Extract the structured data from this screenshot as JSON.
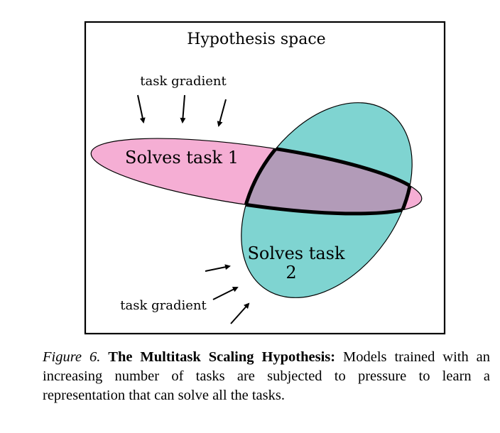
{
  "diagram": {
    "title": "Hypothesis space",
    "ellipse1_label": "Solves task 1",
    "ellipse2_label_line1": "Solves task",
    "ellipse2_label_line2": "2",
    "gradient_label_top": "task gradient",
    "gradient_label_bottom": "task gradient",
    "colors": {
      "task1_fill": "#f5aed4",
      "task2_fill": "#7fd4d1",
      "intersection_fill": "#b29bb8",
      "outline": "#000000"
    }
  },
  "caption": {
    "label": "Figure 6.",
    "title": "The Multitask Scaling Hypothesis:",
    "text": "Models trained with an increasing number of tasks are subjected to pressure to learn a representation that can solve all the tasks."
  }
}
